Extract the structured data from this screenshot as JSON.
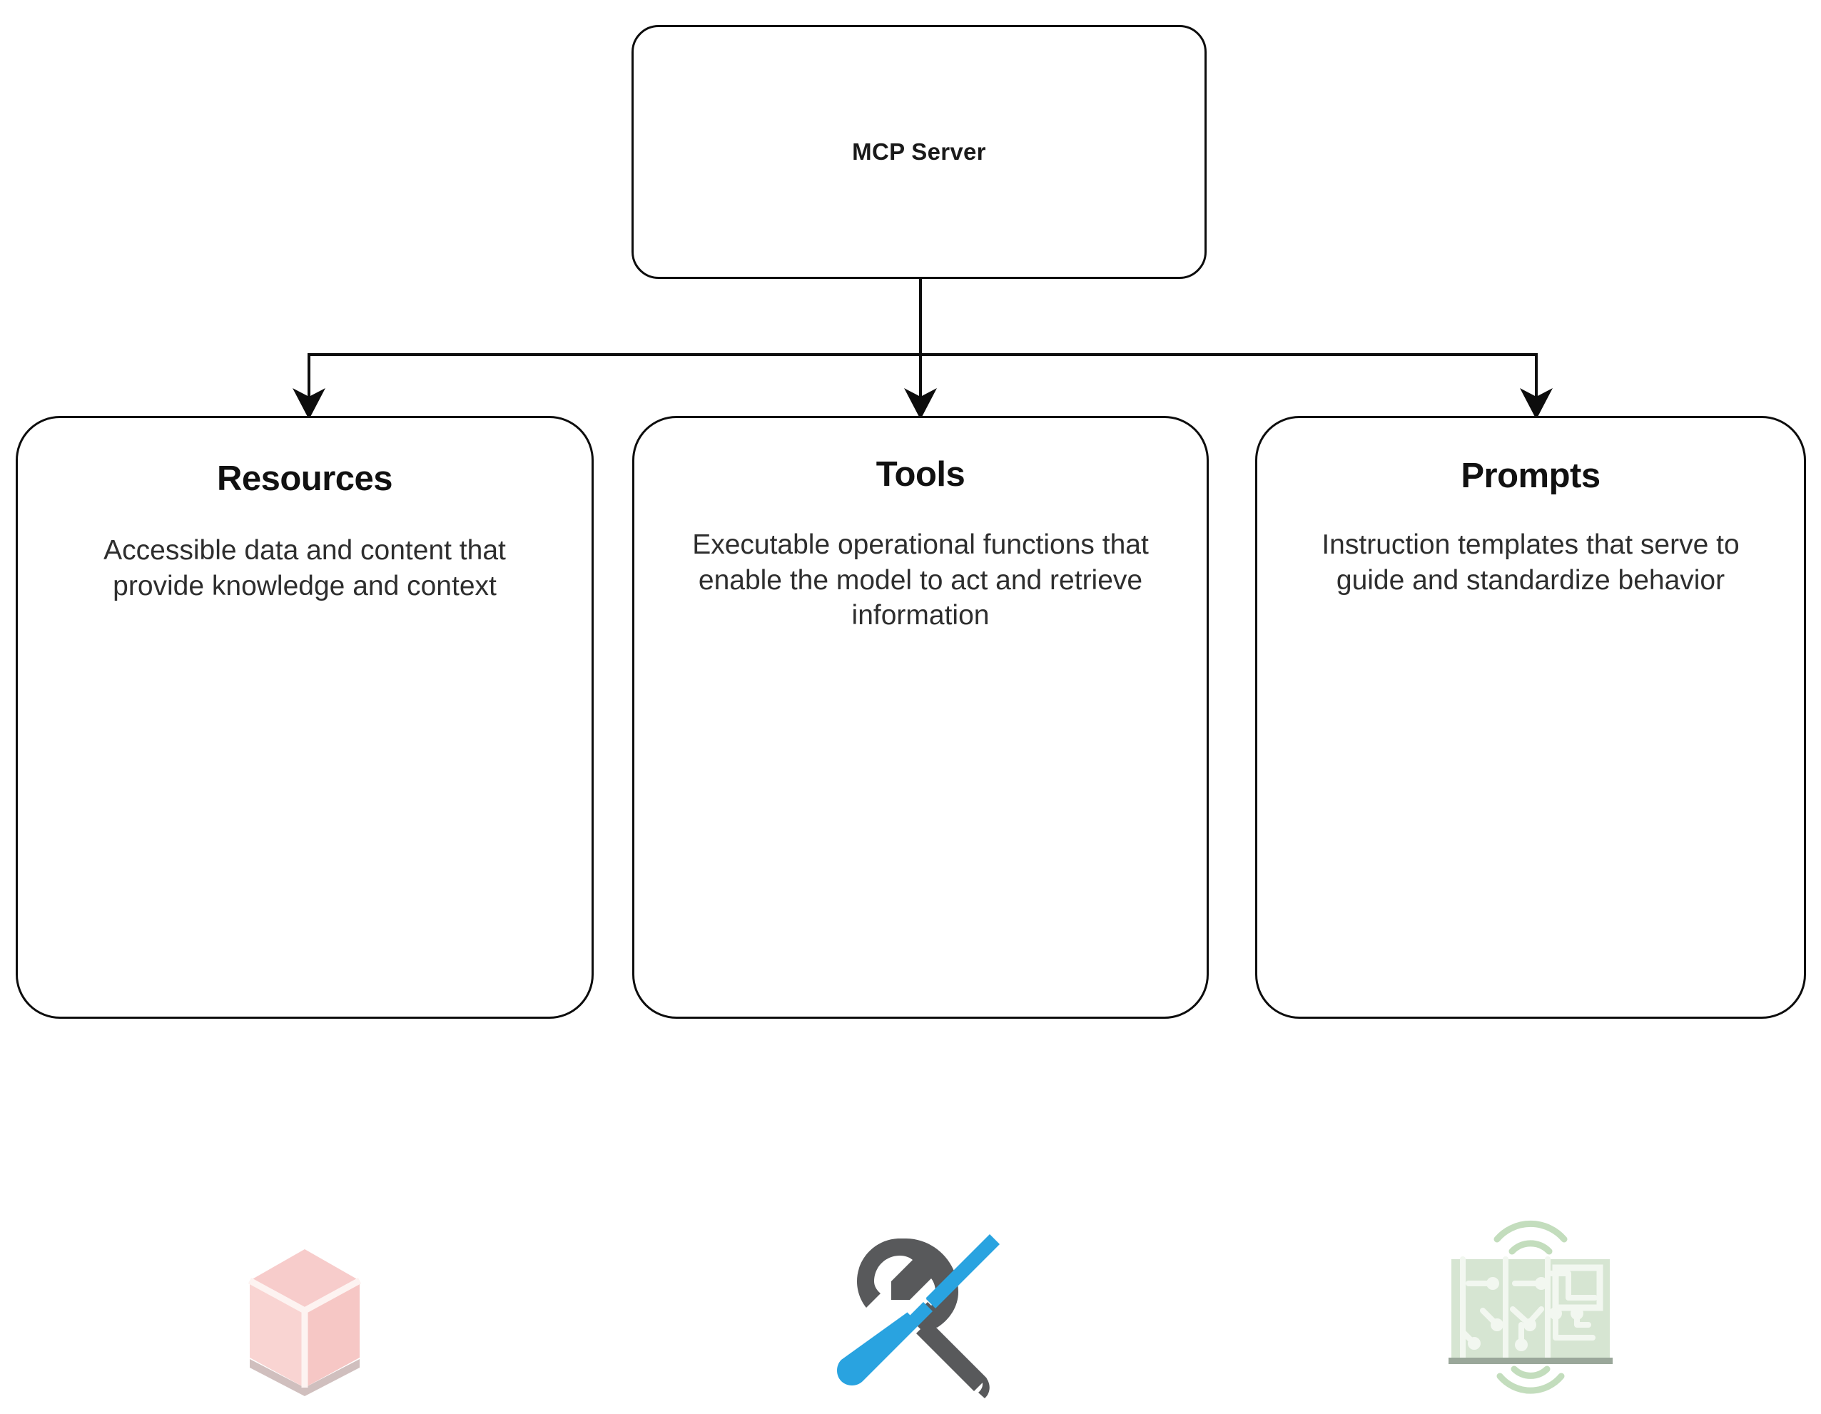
{
  "diagram": {
    "root": {
      "id": "mcp-server",
      "label": "MCP Server"
    },
    "children": [
      {
        "id": "resources",
        "title": "Resources",
        "description": "Accessible data and content that provide knowledge and context",
        "icon": "cube-icon",
        "icon_colors": {
          "top": "#f7cccb",
          "left": "#f9d4d2",
          "right": "#f6c7c5",
          "edge": "#fdf3f1",
          "shadow": "#a98b88"
        }
      },
      {
        "id": "tools",
        "title": "Tools",
        "description": "Executable operational functions that enable the model to act and retrieve information",
        "icon": "wrench-screwdriver-icon",
        "icon_colors": {
          "wrench": "#58595b",
          "screwdriver_blade": "#58595b",
          "screwdriver_handle": "#29a3e0"
        }
      },
      {
        "id": "prompts",
        "title": "Prompts",
        "description": "Instruction templates that serve to guide and standardize behavior",
        "icon": "circuit-board-signal-icon",
        "icon_colors": {
          "board": "#d6e5d2",
          "trace": "#f2f7f0",
          "arc": "#c3ddbd",
          "base": "#9aa79a"
        }
      }
    ],
    "connectors": {
      "style": "orthogonal-arrow",
      "color": "#0d0d0d",
      "arrow_count": 3,
      "from": "mcp-server",
      "to": [
        "resources",
        "tools",
        "prompts"
      ]
    },
    "theme": {
      "background": "#ffffff",
      "node_fill": "#ffffff",
      "node_border": "#0d0d0d",
      "title_color": "#111111",
      "text_color": "#2e2e2e"
    }
  }
}
